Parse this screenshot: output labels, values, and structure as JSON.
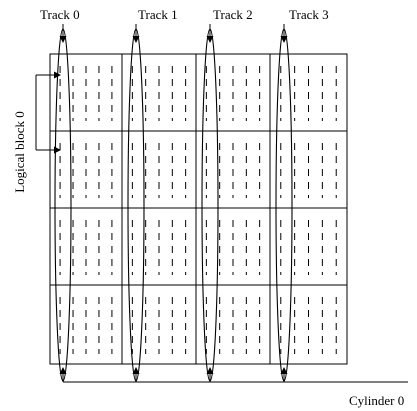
{
  "diagram": {
    "tracks": [
      {
        "label": "Track 0"
      },
      {
        "label": "Track 1"
      },
      {
        "label": "Track 2"
      },
      {
        "label": "Track 3"
      }
    ],
    "side_label": "Logical block 0",
    "bottom_label": "Cylinder 0"
  }
}
